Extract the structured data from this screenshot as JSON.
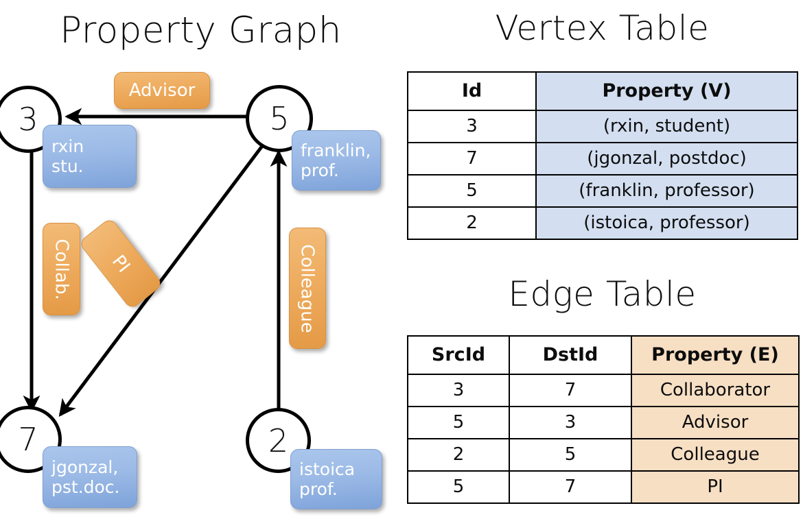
{
  "titles": {
    "property_graph": "Property Graph",
    "vertex_table": "Vertex Table",
    "edge_table": "Edge Table"
  },
  "graph": {
    "nodes": [
      {
        "id": "3",
        "label": "3",
        "property_lines": [
          "rxin",
          "stu."
        ]
      },
      {
        "id": "5",
        "label": "5",
        "property_lines": [
          "franklin,",
          "prof."
        ]
      },
      {
        "id": "7",
        "label": "7",
        "property_lines": [
          "jgonzal,",
          "pst.doc."
        ]
      },
      {
        "id": "2",
        "label": "2",
        "property_lines": [
          "istoica",
          "prof."
        ]
      }
    ],
    "edge_labels": [
      {
        "name": "advisor",
        "text": "Advisor",
        "orientation": "horizontal"
      },
      {
        "name": "collab",
        "text": "Collab.",
        "orientation": "vertical"
      },
      {
        "name": "pi",
        "text": "PI",
        "orientation": "rotated"
      },
      {
        "name": "colleague",
        "text": "Colleague",
        "orientation": "vertical"
      }
    ]
  },
  "vertex_table": {
    "headers": [
      "Id",
      "Property (V)"
    ],
    "rows": [
      {
        "id": "3",
        "property": "(rxin, student)"
      },
      {
        "id": "7",
        "property": "(jgonzal, postdoc)"
      },
      {
        "id": "5",
        "property": "(franklin, professor)"
      },
      {
        "id": "2",
        "property": "(istoica, professor)"
      }
    ]
  },
  "edge_table": {
    "headers": [
      "SrcId",
      "DstId",
      "Property (E)"
    ],
    "rows": [
      {
        "src": "3",
        "dst": "7",
        "property": "Collaborator"
      },
      {
        "src": "5",
        "dst": "3",
        "property": "Advisor"
      },
      {
        "src": "2",
        "dst": "5",
        "property": "Colleague"
      },
      {
        "src": "5",
        "dst": "7",
        "property": "PI"
      }
    ]
  },
  "colors": {
    "vertex_cell": "#d3dff0",
    "edge_cell": "#f7dfc4",
    "vertex_box": "#9cbae6",
    "edge_box": "#eeac5f",
    "stroke": "#000000",
    "background": "#ffffff"
  }
}
